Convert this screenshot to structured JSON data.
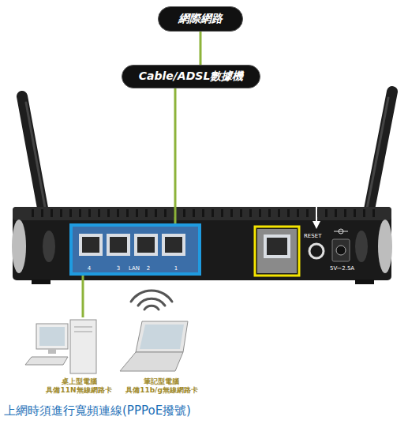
{
  "diagram": {
    "caption": "上網時須進行寬頻連線(PPPoE撥號)",
    "nodes": [
      {
        "text": [
          "網際網路"
        ]
      },
      {
        "text": [
          "Cable/ADSL數據機"
        ]
      },
      {
        "text": [
          "4",
          "3",
          "LAN",
          "2",
          "1"
        ]
      },
      {
        "text": [
          "桌上型電腦 具備11N無線網路卡"
        ]
      },
      {
        "text": [
          "筆記型電腦 具備11b/g無線網路卡"
        ]
      }
    ],
    "edges": [
      {
        "from": 0,
        "to": 1,
        "arrow": "none"
      },
      {
        "from": 1,
        "to": 2,
        "arrow": "none"
      },
      {
        "from": 2,
        "to": 3,
        "arrow": "none"
      }
    ],
    "labels": [
      "RESET",
      "5V⎓2.5A"
    ]
  }
}
